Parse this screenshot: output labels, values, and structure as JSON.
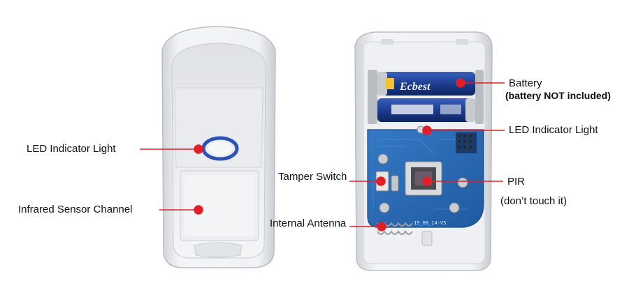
{
  "annotations": {
    "front_led": "LED Indicator Light",
    "front_ir": "Infrared Sensor Channel",
    "battery": "Battery",
    "battery_note": "(battery NOT included)",
    "back_led": "LED Indicator Light",
    "tamper": "Tamper Switch",
    "pir": "PIR",
    "pir_note": "(don’t touch it)",
    "antenna": "Internal Antenna"
  },
  "battery_brand": "Ecbest",
  "pcb_code": "15_08_14-V5",
  "colors": {
    "pointer": "#e01f2b",
    "pcb": "#2a6bb4",
    "battery": "#1d3e8f",
    "housing": "#eef0f3"
  }
}
